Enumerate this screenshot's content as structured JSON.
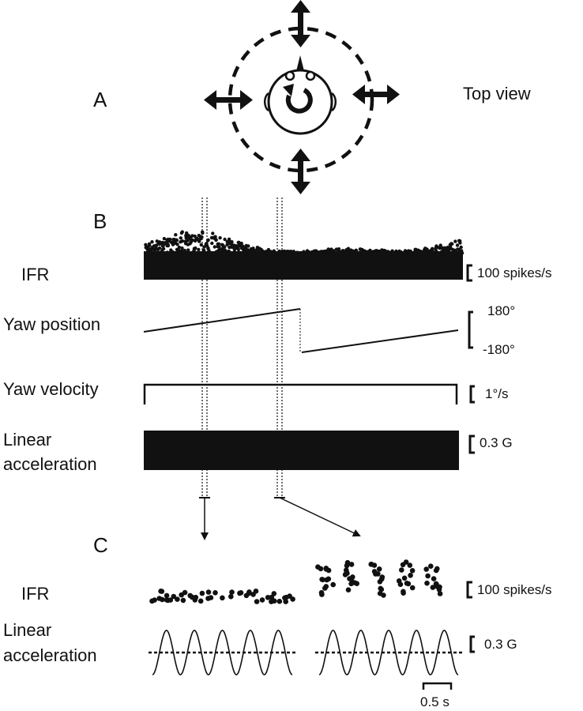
{
  "panels": {
    "a": "A",
    "b": "B",
    "c": "C"
  },
  "top_view_label": "Top view",
  "rows_b": {
    "ifr": "IFR",
    "yaw_position": "Yaw position",
    "yaw_velocity": "Yaw velocity",
    "linear_line1": "Linear",
    "linear_line2": "acceleration"
  },
  "scales_b": {
    "ifr": "100 spikes/s",
    "pos_top": "180°",
    "pos_bottom": "-180°",
    "velocity": "1°/s",
    "accel": "0.3 G"
  },
  "rows_c": {
    "ifr": "IFR",
    "linear_line1": "Linear",
    "linear_line2": "acceleration"
  },
  "scales_c": {
    "ifr": "100 spikes/s",
    "accel": "0.3 G",
    "time": "0.5 s"
  },
  "colors": {
    "ink": "#111111"
  },
  "icons": [
    "head-icon",
    "rotation-arrow-icon",
    "translation-arrow-icon"
  ]
}
